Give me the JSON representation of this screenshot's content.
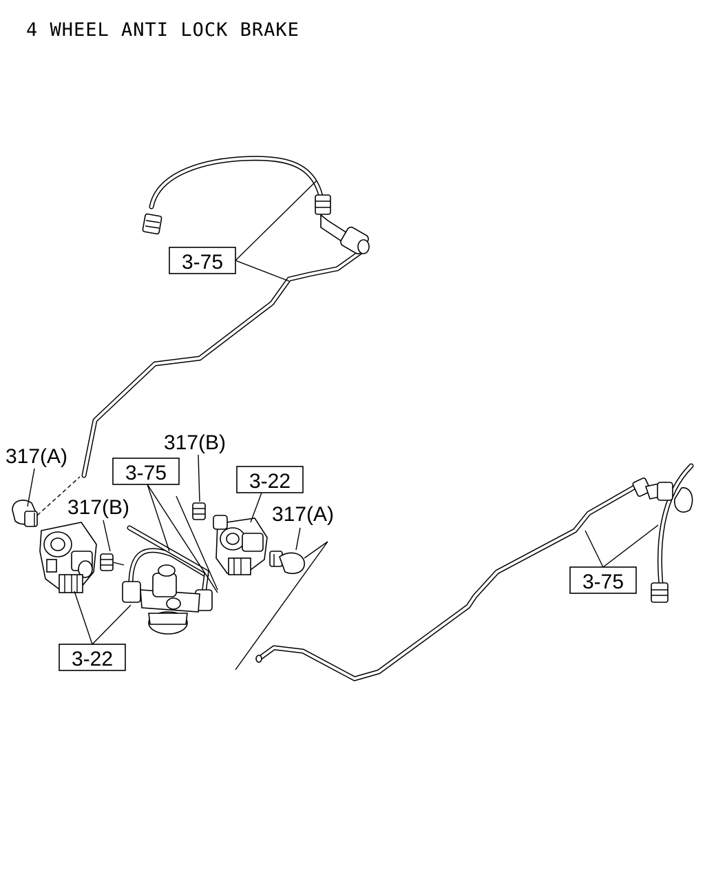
{
  "title": "4 WHEEL ANTI LOCK BRAKE",
  "labels": {
    "pipe_top": "3-75",
    "pipe_center": "3-75",
    "pipe_right": "3-75",
    "valve_left": "3-22",
    "valve_right": "3-22",
    "fitting_a_left": "317(A)",
    "fitting_b_left": "317(B)",
    "fitting_b_right": "317(B)",
    "fitting_a_right": "317(A)"
  }
}
